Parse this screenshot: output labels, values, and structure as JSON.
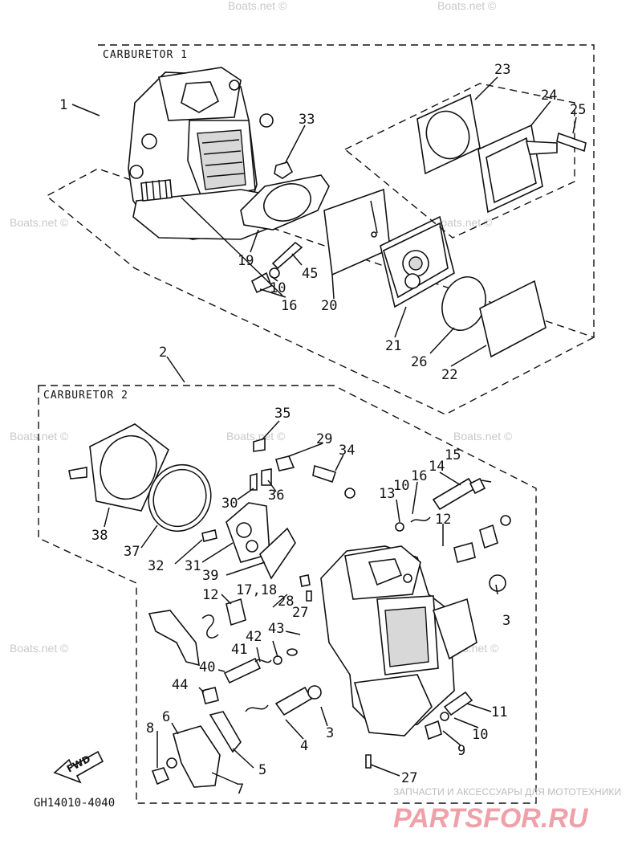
{
  "sections": {
    "carb1_title": "CARBURETOR 1",
    "carb2_title": "CARBURETOR 2"
  },
  "labels": {
    "l1": "1",
    "l2": "2",
    "l3a": "3",
    "l3b": "3",
    "l4": "4",
    "l5": "5",
    "l6": "6",
    "l7": "7",
    "l8": "8",
    "l9": "9",
    "l10a": "10",
    "l10b": "10",
    "l10c": "10",
    "l11": "11",
    "l12a": "12",
    "l12b": "12",
    "l13": "13",
    "l14": "14",
    "l15": "15",
    "l16a": "16",
    "l16b": "16",
    "l1718": "17,18",
    "l19": "19",
    "l20": "20",
    "l21": "21",
    "l22": "22",
    "l23": "23",
    "l24": "24",
    "l25": "25",
    "l26": "26",
    "l27a": "27",
    "l27b": "27",
    "l28": "28",
    "l29": "29",
    "l30": "30",
    "l31": "31",
    "l32": "32",
    "l33": "33",
    "l34": "34",
    "l35": "35",
    "l36": "36",
    "l37": "37",
    "l38": "38",
    "l39": "39",
    "l40": "40",
    "l41": "41",
    "l42": "42",
    "l43": "43",
    "l44": "44",
    "l45": "45"
  },
  "fwd_label": "FWD",
  "diagram_code": "GH14010-4040",
  "watermark": "Boats.net ©",
  "brand": {
    "tagline": "ЗАПЧАСТИ И АКСЕССУАРЫ ДЛЯ МОТОТЕХНИКИ",
    "name": "PARTSFOR.RU",
    "color": "#f0a0a8"
  }
}
